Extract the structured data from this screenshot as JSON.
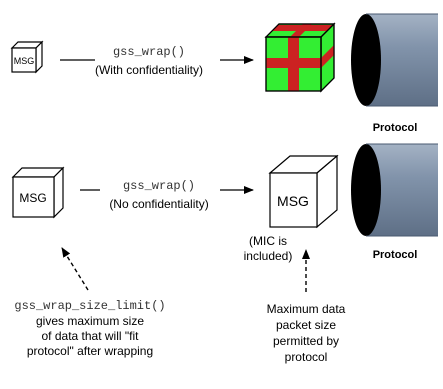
{
  "top_row": {
    "msg_label": "MSG",
    "call_label": "gss_wrap()",
    "call_note": "(With confidentiality)",
    "protocol_label": "Protocol"
  },
  "bottom_row": {
    "msg_label": "MSG",
    "call_label": "gss_wrap()",
    "call_note": "(No confidentiality)",
    "output_msg_label": "MSG",
    "mic_note": {
      "line1": "(MIC is",
      "line2": "included)"
    },
    "protocol_label": "Protocol"
  },
  "size_limit_note": {
    "function_name": "gss_wrap_size_limit()",
    "line2": "gives maximum size",
    "line3": "of data that will \"fit",
    "line4": "protocol\" after wrapping"
  },
  "packet_size_note": {
    "line1": "Maximum data",
    "line2": "packet size",
    "line3": "permitted by",
    "line4": "protocol"
  },
  "colors": {
    "gift_box_green": "#33ee33",
    "gift_ribbon_red": "#cc2222",
    "cylinder_body": "#7889a0",
    "cylinder_mouth": "#000000"
  }
}
